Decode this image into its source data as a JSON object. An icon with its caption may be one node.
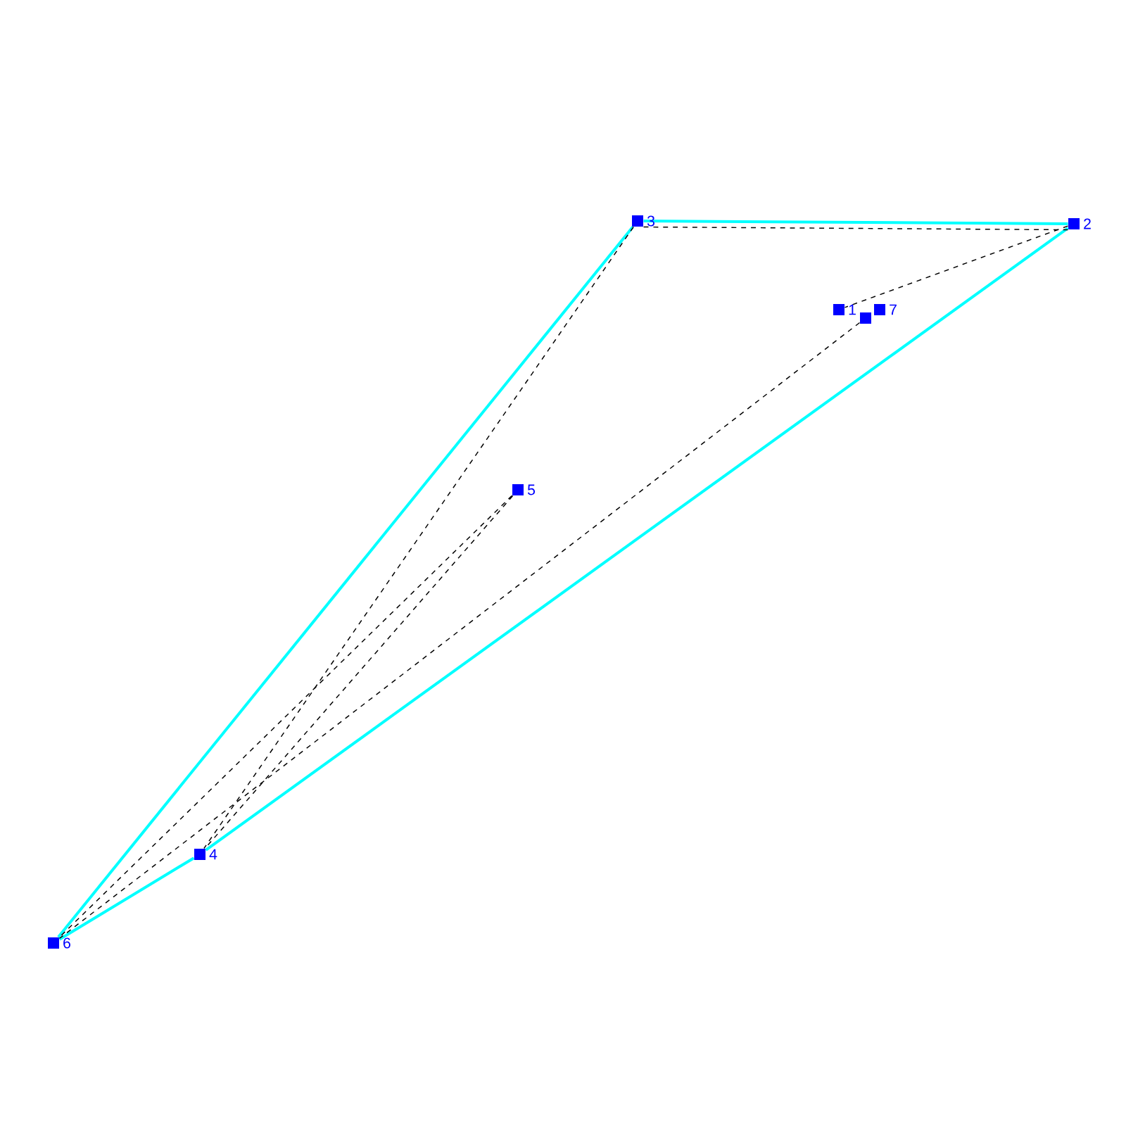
{
  "diagram": {
    "nodes": [
      {
        "text": [],
        "shape": "box",
        "beside": [
          "3"
        ]
      },
      {
        "text": [],
        "shape": "box",
        "beside": [
          "2"
        ]
      },
      {
        "text": [],
        "shape": "box",
        "beside": [
          "1"
        ]
      },
      {
        "text": [],
        "shape": "box",
        "beside": [
          "7"
        ]
      },
      {
        "text": [],
        "shape": "box"
      },
      {
        "text": [],
        "shape": "box",
        "beside": [
          "5"
        ]
      },
      {
        "text": [],
        "shape": "box",
        "beside": [
          "4"
        ]
      },
      {
        "text": [],
        "shape": "box",
        "beside": [
          "6"
        ]
      }
    ],
    "edges": [
      {
        "from": 0,
        "to": 1,
        "arrow": "none",
        "color": "#00ffff"
      },
      {
        "from": 1,
        "to": 6,
        "arrow": "none",
        "color": "#00ffff"
      },
      {
        "from": 6,
        "to": 7,
        "arrow": "none",
        "color": "#00ffff"
      },
      {
        "from": 7,
        "to": 0,
        "arrow": "none",
        "color": "#00ffff"
      },
      {
        "from": 0,
        "to": 1,
        "arrow": "none",
        "style": "dashed"
      },
      {
        "from": 1,
        "to": 2,
        "arrow": "none",
        "style": "dashed"
      },
      {
        "from": 0,
        "to": 6,
        "arrow": "none",
        "style": "dashed"
      },
      {
        "from": 5,
        "to": 6,
        "arrow": "none",
        "style": "dashed"
      },
      {
        "from": 5,
        "to": 7,
        "arrow": "none",
        "style": "dashed"
      },
      {
        "from": 4,
        "to": 7,
        "arrow": "none",
        "style": "dashed"
      }
    ]
  }
}
